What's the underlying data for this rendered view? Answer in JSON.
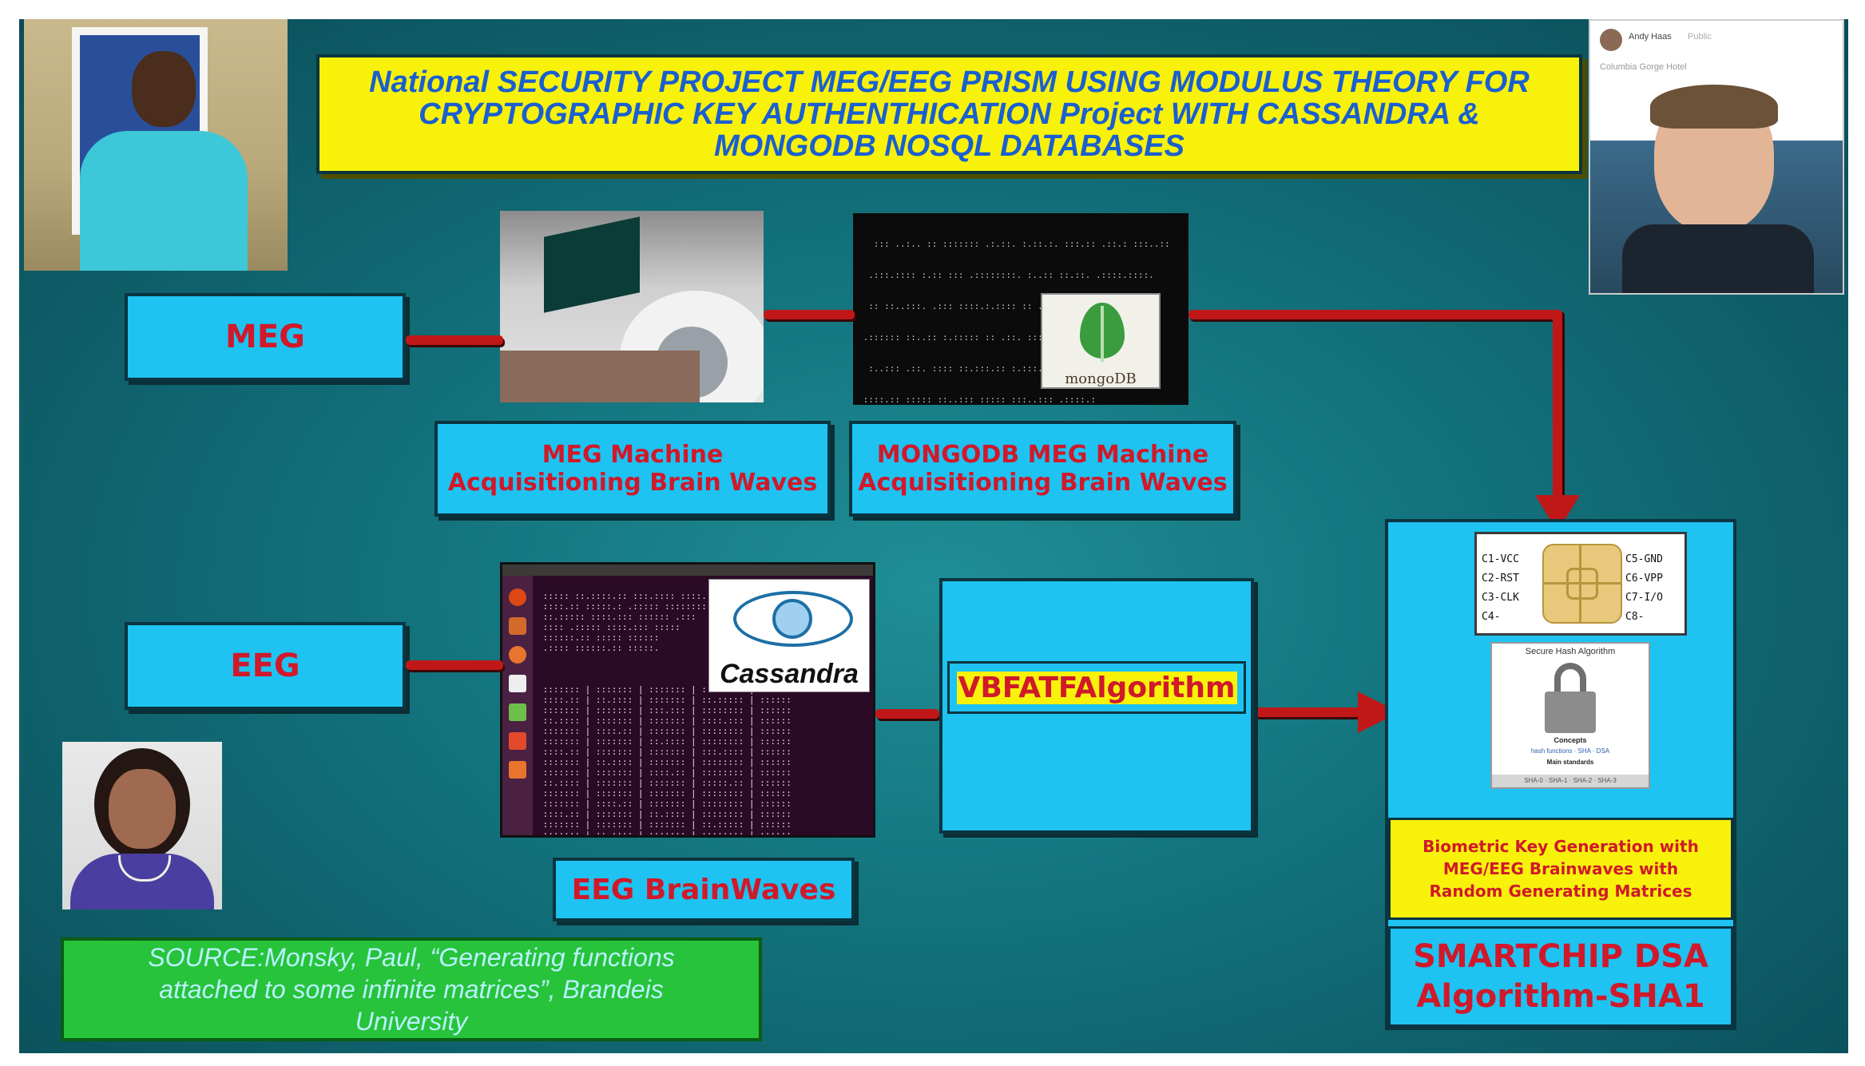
{
  "title": {
    "line1": "National SECURITY PROJECT MEG/EEG PRISM USING MODULUS THEORY FOR",
    "line2": "CRYPTOGRAPHIC KEY AUTHENTHICATION Project WITH CASSANDRA &",
    "line3": "MONGODB NOSQL DATABASES"
  },
  "nodes": {
    "meg": "MEG",
    "eeg": "EEG",
    "meg_machine_line1": "MEG Machine",
    "meg_machine_line2": "Acquisitioning Brain Waves",
    "mongodb_line1": "MONGODB MEG Machine",
    "mongodb_line2": "Acquisitioning Brain Waves",
    "algorithm": "VBFATFAlgorithm",
    "eeg_brainwaves": "EEG BrainWaves",
    "biometric_line1": "Biometric Key Generation  with",
    "biometric_line2": "MEG/EEG Brainwaves with",
    "biometric_line3": "Random Generating Matrices",
    "smartchip_line1": "SMARTCHIP DSA",
    "smartchip_line2": "Algorithm-SHA1"
  },
  "source": {
    "line1": "SOURCE:Monsky, Paul, “Generating functions",
    "line2": "attached to some infinite matrices”, Brandeis",
    "line3": "University"
  },
  "logos": {
    "mongodb": "mongoDB",
    "cassandra": "Cassandra"
  },
  "chip": {
    "left": [
      "C1-VCC",
      "C2-RST",
      "C3-CLK",
      "C4-"
    ],
    "right": [
      "C5-GND",
      "C6-VPP",
      "C7-I/O",
      "C8-"
    ]
  },
  "sha_panel": {
    "title": "Secure Hash Algorithm",
    "concepts": "Concepts",
    "links": "hash functions · SHA · DSA",
    "main": "Main standards",
    "footer": "SHA-0 · SHA-1 · SHA-2 · SHA-3"
  },
  "profile": {
    "name": "Andy Haas",
    "visibility": "Public",
    "place": "Columbia Gorge Hotel"
  },
  "colors": {
    "cyan": "#1ec3f2",
    "yellow": "#f8f20a",
    "red": "#c01818",
    "title_text": "#1a5fd0",
    "source_text": "#b9f2ff"
  }
}
